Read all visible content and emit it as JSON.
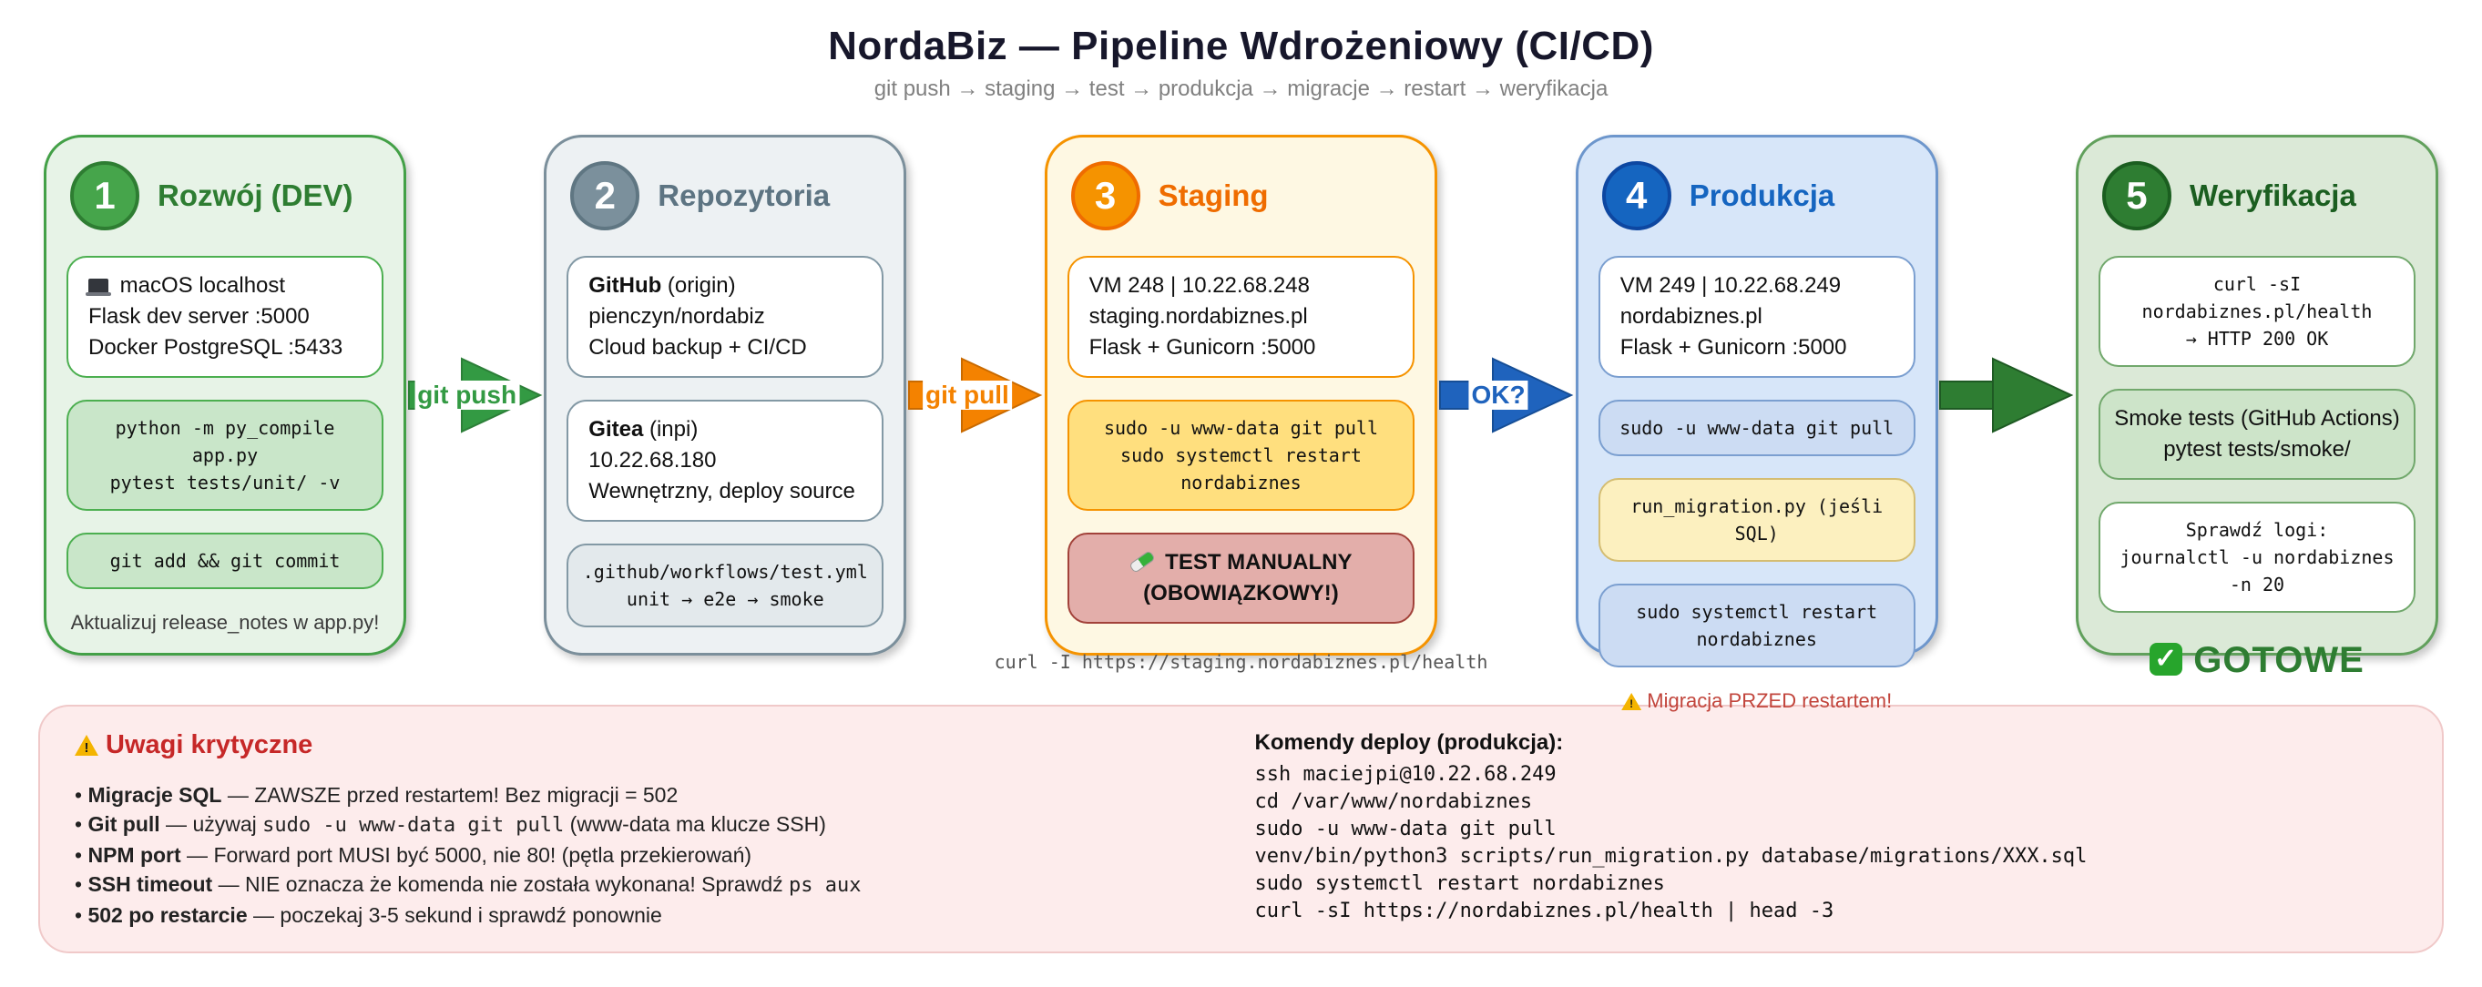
{
  "title": "NordaBiz — Pipeline Wdrożeniowy (CI/CD)",
  "subtitle": "git push → staging → test → produkcja → migracje → restart → weryfikacja",
  "colors": {
    "green": "#2e7d32",
    "slate": "#5d7482",
    "orange": "#ef6c00",
    "blue": "#1565c0",
    "red": "#c62828"
  },
  "stages": [
    {
      "number": "1",
      "title": "Rozwój (DEV)",
      "theme": "green",
      "boxes": [
        {
          "variant": "white",
          "font": "sans",
          "align": "left",
          "lines": [
            "{{laptop}} macOS localhost",
            "Flask dev server :5000",
            "Docker PostgreSQL :5433"
          ]
        },
        {
          "variant": "tint",
          "font": "mono",
          "lines": [
            "python -m py_compile app.py",
            "pytest tests/unit/ -v"
          ]
        },
        {
          "variant": "tint",
          "font": "mono",
          "lines": [
            "git add && git commit"
          ]
        }
      ],
      "note": {
        "type": "plain",
        "text": "Aktualizuj release_notes w app.py!"
      }
    },
    {
      "number": "2",
      "title": "Repozytoria",
      "theme": "slate",
      "boxes": [
        {
          "variant": "white",
          "font": "sans",
          "align": "left",
          "lines": [
            "**GitHub** (origin)",
            "pienczyn/nordabiz",
            "Cloud backup + CI/CD"
          ]
        },
        {
          "variant": "white",
          "font": "sans",
          "align": "left",
          "lines": [
            "**Gitea** (inpi)",
            "10.22.68.180",
            "Wewnętrzny, deploy source"
          ]
        },
        {
          "variant": "tint",
          "font": "mono",
          "lines": [
            ".github/workflows/test.yml",
            "unit → e2e → smoke"
          ]
        }
      ],
      "note": null
    },
    {
      "number": "3",
      "title": "Staging",
      "theme": "orange",
      "boxes": [
        {
          "variant": "white",
          "font": "sans",
          "align": "left",
          "lines": [
            "VM 248 | 10.22.68.248",
            "staging.nordabiznes.pl",
            "Flask + Gunicorn :5000"
          ]
        },
        {
          "variant": "yellow",
          "font": "mono",
          "lines": [
            "sudo -u www-data git pull",
            "sudo systemctl restart nordabiznes"
          ]
        },
        {
          "variant": "danger",
          "font": "sans",
          "lines": [
            "{{tube}} TEST MANUALNY",
            "(OBOWIĄZKOWY!)"
          ]
        }
      ],
      "note": {
        "type": "code",
        "text": "curl -I https://staging.nordabiznes.pl/health"
      }
    },
    {
      "number": "4",
      "title": "Produkcja",
      "theme": "blue",
      "boxes": [
        {
          "variant": "white",
          "font": "sans",
          "align": "left",
          "lines": [
            "VM 249 | 10.22.68.249",
            "nordabiznes.pl",
            "Flask + Gunicorn :5000"
          ]
        },
        {
          "variant": "blue",
          "font": "mono",
          "lines": [
            "sudo -u www-data git pull"
          ]
        },
        {
          "variant": "softyellow",
          "font": "mono",
          "lines": [
            "run_migration.py (jeśli SQL)"
          ]
        },
        {
          "variant": "blue",
          "font": "mono",
          "lines": [
            "sudo systemctl restart nordabiznes"
          ]
        }
      ],
      "note": {
        "type": "warn",
        "text": "{{warn}} Migracja PRZED restartem!"
      }
    },
    {
      "number": "5",
      "title": "Weryfikacja",
      "theme": "green2",
      "boxes": [
        {
          "variant": "white",
          "font": "mono",
          "lines": [
            "curl -sI",
            "nordabiznes.pl/health",
            "→ HTTP 200 OK"
          ]
        },
        {
          "variant": "tint",
          "font": "sans",
          "lines": [
            "Smoke tests (GitHub Actions)",
            "pytest tests/smoke/"
          ]
        },
        {
          "variant": "white",
          "font": "mono",
          "lines": [
            "Sprawdź logi:",
            "journalctl -u nordabiznes -n 20"
          ]
        }
      ],
      "note": {
        "type": "big",
        "text": "{{check}} GOTOWE"
      }
    }
  ],
  "arrows": [
    {
      "label": "git push",
      "theme": "green"
    },
    {
      "label": "git pull",
      "theme": "orange"
    },
    {
      "label": "OK?",
      "theme": "blue"
    },
    {
      "label": "",
      "theme": "darkgreen"
    }
  ],
  "arrow_colors": {
    "green": {
      "fill": "#339a43",
      "stroke": "#2c7f38"
    },
    "orange": {
      "fill": "#f48200",
      "stroke": "#c96a00"
    },
    "blue": {
      "fill": "#1f63bd",
      "stroke": "#164e96"
    },
    "darkgreen": {
      "fill": "#2e7d32",
      "stroke": "#1e5a23"
    }
  },
  "notes": {
    "title": "{{warn}} Uwagi krytyczne",
    "items": [
      "**Migracje SQL** — ZAWSZE przed restartem! Bez migracji = 502",
      "**Git pull** — używaj `sudo -u www-data git pull` (www-data ma klucze SSH)",
      "**NPM port** — Forward port MUSI być 5000, nie 80! (pętla przekierowań)",
      "**SSH timeout** — NIE oznacza że komenda nie została wykonana! Sprawdź `ps aux`",
      "**502 po restarcie** — poczekaj 3-5 sekund i sprawdź ponownie"
    ]
  },
  "deploy": {
    "header": "Komendy deploy (produkcja):",
    "lines": [
      "ssh maciejpi@10.22.68.249",
      "cd /var/www/nordabiznes",
      "sudo -u www-data git pull",
      "venv/bin/python3 scripts/run_migration.py database/migrations/XXX.sql",
      "sudo systemctl restart nordabiznes",
      "curl -sI https://nordabiznes.pl/health | head -3"
    ]
  }
}
